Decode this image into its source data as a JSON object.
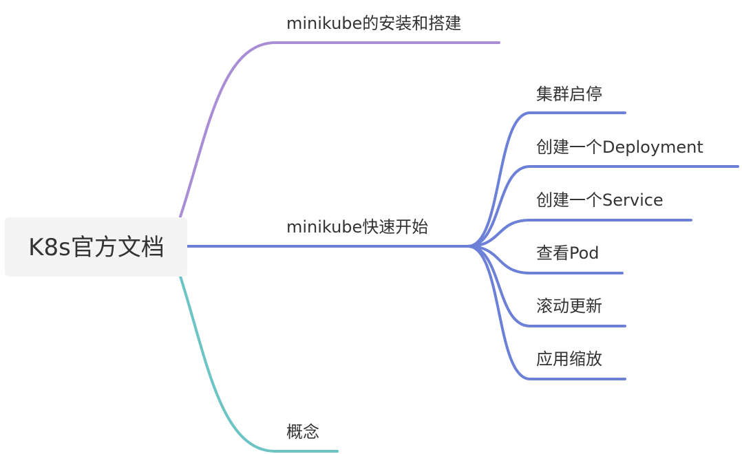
{
  "root": {
    "label": "K8s官方文档"
  },
  "topics": [
    {
      "label": "minikube的安装和搭建",
      "color": "#a98ed6",
      "children": []
    },
    {
      "label": "minikube快速开始",
      "color": "#6b80d6",
      "children": [
        {
          "label": "集群启停"
        },
        {
          "label": "创建一个Deployment"
        },
        {
          "label": "创建一个Service"
        },
        {
          "label": "查看Pod"
        },
        {
          "label": "滚动更新"
        },
        {
          "label": "应用缩放"
        }
      ]
    },
    {
      "label": "概念",
      "color": "#6cc4c4",
      "children": []
    }
  ]
}
